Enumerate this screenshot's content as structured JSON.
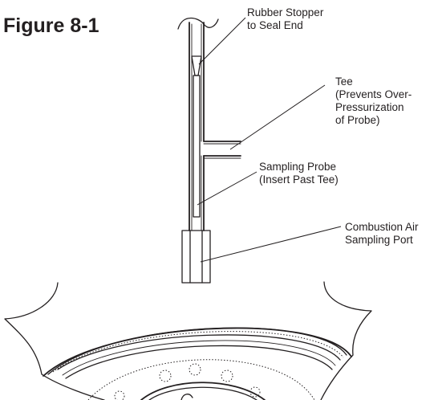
{
  "figure": {
    "title": "Figure 8-1"
  },
  "labels": {
    "stopper": [
      "Rubber Stopper",
      "to Seal End"
    ],
    "tee": [
      "Tee",
      "(Prevents Over-",
      "Pressurization",
      "of Probe)"
    ],
    "probe": [
      "Sampling Probe",
      "(Insert Past Tee)"
    ],
    "port": [
      "Combustion Air",
      "Sampling Port"
    ]
  }
}
